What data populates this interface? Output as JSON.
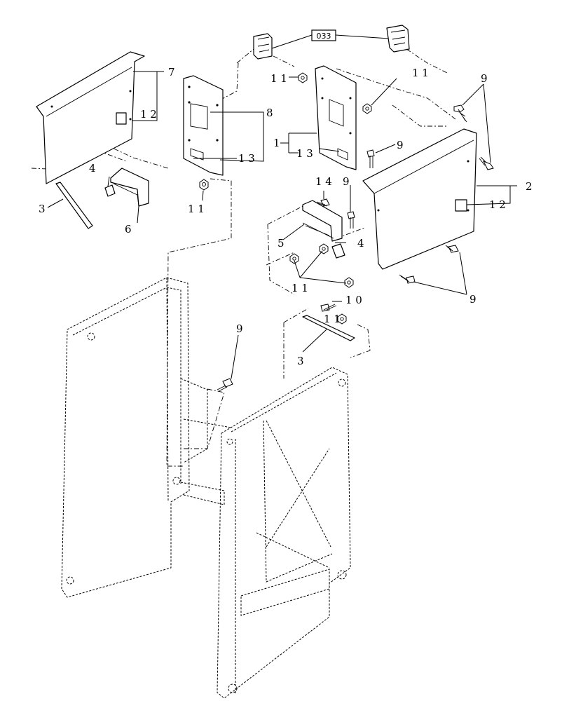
{
  "reference_box": {
    "label": "033"
  },
  "callouts": {
    "c7": "7",
    "c8": "8",
    "c12_left": "1 2",
    "c13_left": "1 3",
    "c4_left": "4",
    "c3_left": "3",
    "c6": "6",
    "c11_under_panel": "1 1",
    "c11_top_left": "1 1",
    "c11_top_right": "1 1",
    "c9_top_right": "9",
    "c1": "1",
    "c13_mid": "1 3",
    "c9_mid": "9",
    "c2": "2",
    "c12_right": "1 2",
    "c14": "1 4",
    "c9_bracket": "9",
    "c5": "5",
    "c4_right": "4",
    "c11_bracket": "1 1",
    "c9_bottom_right": "9",
    "c10": "1 0",
    "c11_bar": "1 1",
    "c3_right": "3",
    "c9_frame": "9"
  }
}
